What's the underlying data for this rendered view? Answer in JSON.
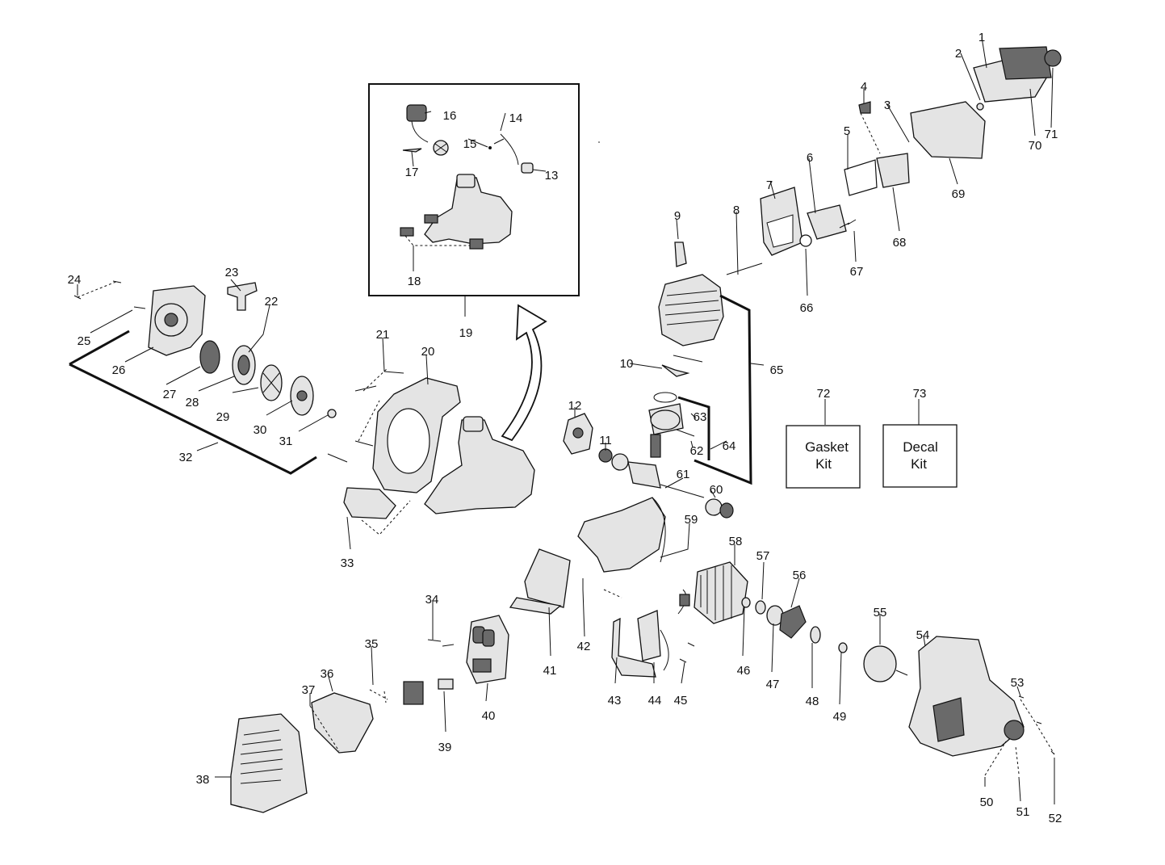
{
  "callouts": [
    {
      "id": "1",
      "text": "1"
    },
    {
      "id": "2",
      "text": "2"
    },
    {
      "id": "3",
      "text": "3"
    },
    {
      "id": "4",
      "text": "4"
    },
    {
      "id": "5",
      "text": "5"
    },
    {
      "id": "6",
      "text": "6"
    },
    {
      "id": "7",
      "text": "7"
    },
    {
      "id": "8",
      "text": "8"
    },
    {
      "id": "9",
      "text": "9"
    },
    {
      "id": "10",
      "text": "10"
    },
    {
      "id": "11",
      "text": "11"
    },
    {
      "id": "12",
      "text": "12"
    },
    {
      "id": "13",
      "text": "13"
    },
    {
      "id": "14",
      "text": "14"
    },
    {
      "id": "15",
      "text": "15"
    },
    {
      "id": "16",
      "text": "16"
    },
    {
      "id": "17",
      "text": "17"
    },
    {
      "id": "18",
      "text": "18"
    },
    {
      "id": "19",
      "text": "19"
    },
    {
      "id": "20",
      "text": "20"
    },
    {
      "id": "21",
      "text": "21"
    },
    {
      "id": "22",
      "text": "22"
    },
    {
      "id": "23",
      "text": "23"
    },
    {
      "id": "24",
      "text": "24"
    },
    {
      "id": "25",
      "text": "25"
    },
    {
      "id": "26",
      "text": "26"
    },
    {
      "id": "27",
      "text": "27"
    },
    {
      "id": "28",
      "text": "28"
    },
    {
      "id": "29",
      "text": "29"
    },
    {
      "id": "30",
      "text": "30"
    },
    {
      "id": "31",
      "text": "31"
    },
    {
      "id": "32",
      "text": "32"
    },
    {
      "id": "33",
      "text": "33"
    },
    {
      "id": "34",
      "text": "34"
    },
    {
      "id": "35",
      "text": "35"
    },
    {
      "id": "36",
      "text": "36"
    },
    {
      "id": "37",
      "text": "37"
    },
    {
      "id": "38",
      "text": "38"
    },
    {
      "id": "39",
      "text": "39"
    },
    {
      "id": "40",
      "text": "40"
    },
    {
      "id": "41",
      "text": "41"
    },
    {
      "id": "42",
      "text": "42"
    },
    {
      "id": "43",
      "text": "43"
    },
    {
      "id": "44",
      "text": "44"
    },
    {
      "id": "45",
      "text": "45"
    },
    {
      "id": "46",
      "text": "46"
    },
    {
      "id": "47",
      "text": "47"
    },
    {
      "id": "48",
      "text": "48"
    },
    {
      "id": "49",
      "text": "49"
    },
    {
      "id": "50",
      "text": "50"
    },
    {
      "id": "51",
      "text": "51"
    },
    {
      "id": "52",
      "text": "52"
    },
    {
      "id": "53",
      "text": "53"
    },
    {
      "id": "54",
      "text": "54"
    },
    {
      "id": "55",
      "text": "55"
    },
    {
      "id": "56",
      "text": "56"
    },
    {
      "id": "57",
      "text": "57"
    },
    {
      "id": "58",
      "text": "58"
    },
    {
      "id": "59",
      "text": "59"
    },
    {
      "id": "60",
      "text": "60"
    },
    {
      "id": "61",
      "text": "61"
    },
    {
      "id": "62",
      "text": "62"
    },
    {
      "id": "63",
      "text": "63"
    },
    {
      "id": "64",
      "text": "64"
    },
    {
      "id": "65",
      "text": "65"
    },
    {
      "id": "66",
      "text": "66"
    },
    {
      "id": "67",
      "text": "67"
    },
    {
      "id": "68",
      "text": "68"
    },
    {
      "id": "69",
      "text": "69"
    },
    {
      "id": "70",
      "text": "70"
    },
    {
      "id": "71",
      "text": "71"
    },
    {
      "id": "72",
      "text": "72"
    },
    {
      "id": "73",
      "text": "73"
    }
  ],
  "kits": {
    "gasket": {
      "line1": "Gasket",
      "line2": "Kit"
    },
    "decal": {
      "line1": "Decal",
      "line2": "Kit"
    }
  }
}
